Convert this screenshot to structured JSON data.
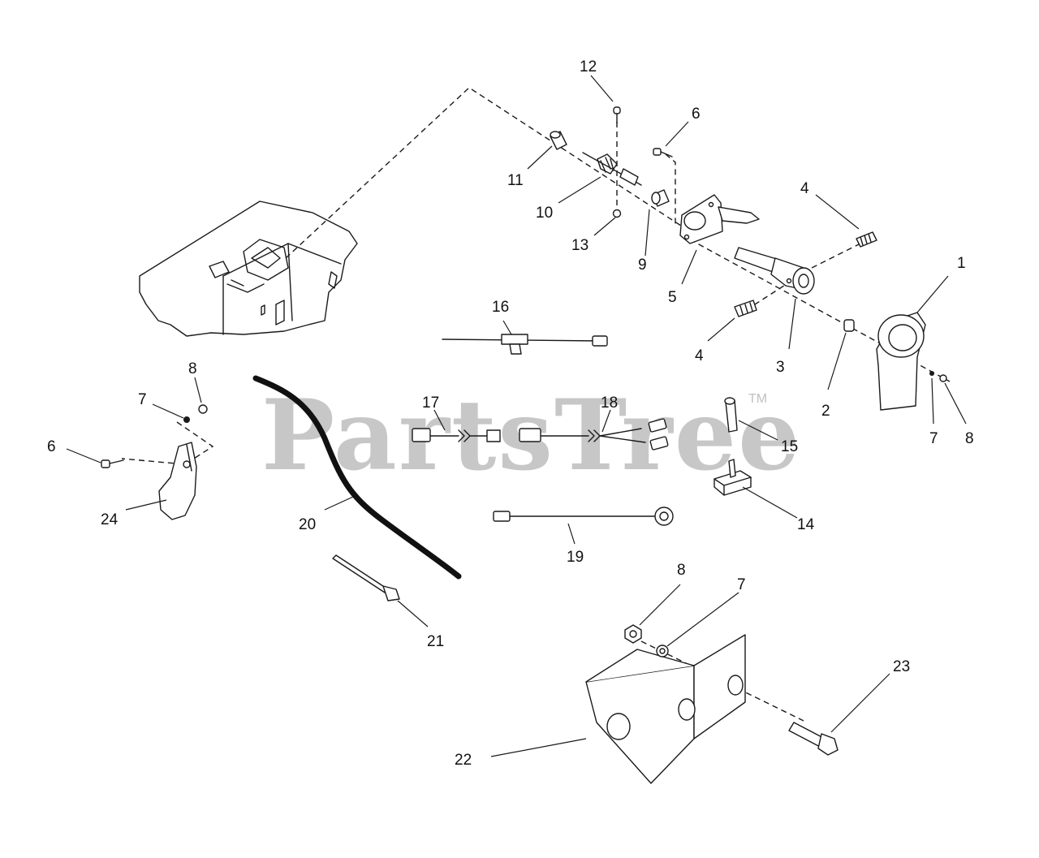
{
  "watermark": {
    "text": "PartsTree",
    "trademark": "TM"
  },
  "callouts": {
    "c1": "1",
    "c2": "2",
    "c3": "3",
    "c4a": "4",
    "c4b": "4",
    "c5": "5",
    "c6a": "6",
    "c6b": "6",
    "c7a": "7",
    "c7b": "7",
    "c7c": "7",
    "c8a": "8",
    "c8b": "8",
    "c8c": "8",
    "c9": "9",
    "c10": "10",
    "c11": "11",
    "c12": "12",
    "c13": "13",
    "c14": "14",
    "c15": "15",
    "c16": "16",
    "c17": "17",
    "c18": "18",
    "c19": "19",
    "c20": "20",
    "c21": "21",
    "c22": "22",
    "c23": "23",
    "c24": "24"
  },
  "colors": {
    "line": "#1a1a1a",
    "watermark": "#b3b3b3",
    "background": "#ffffff"
  }
}
